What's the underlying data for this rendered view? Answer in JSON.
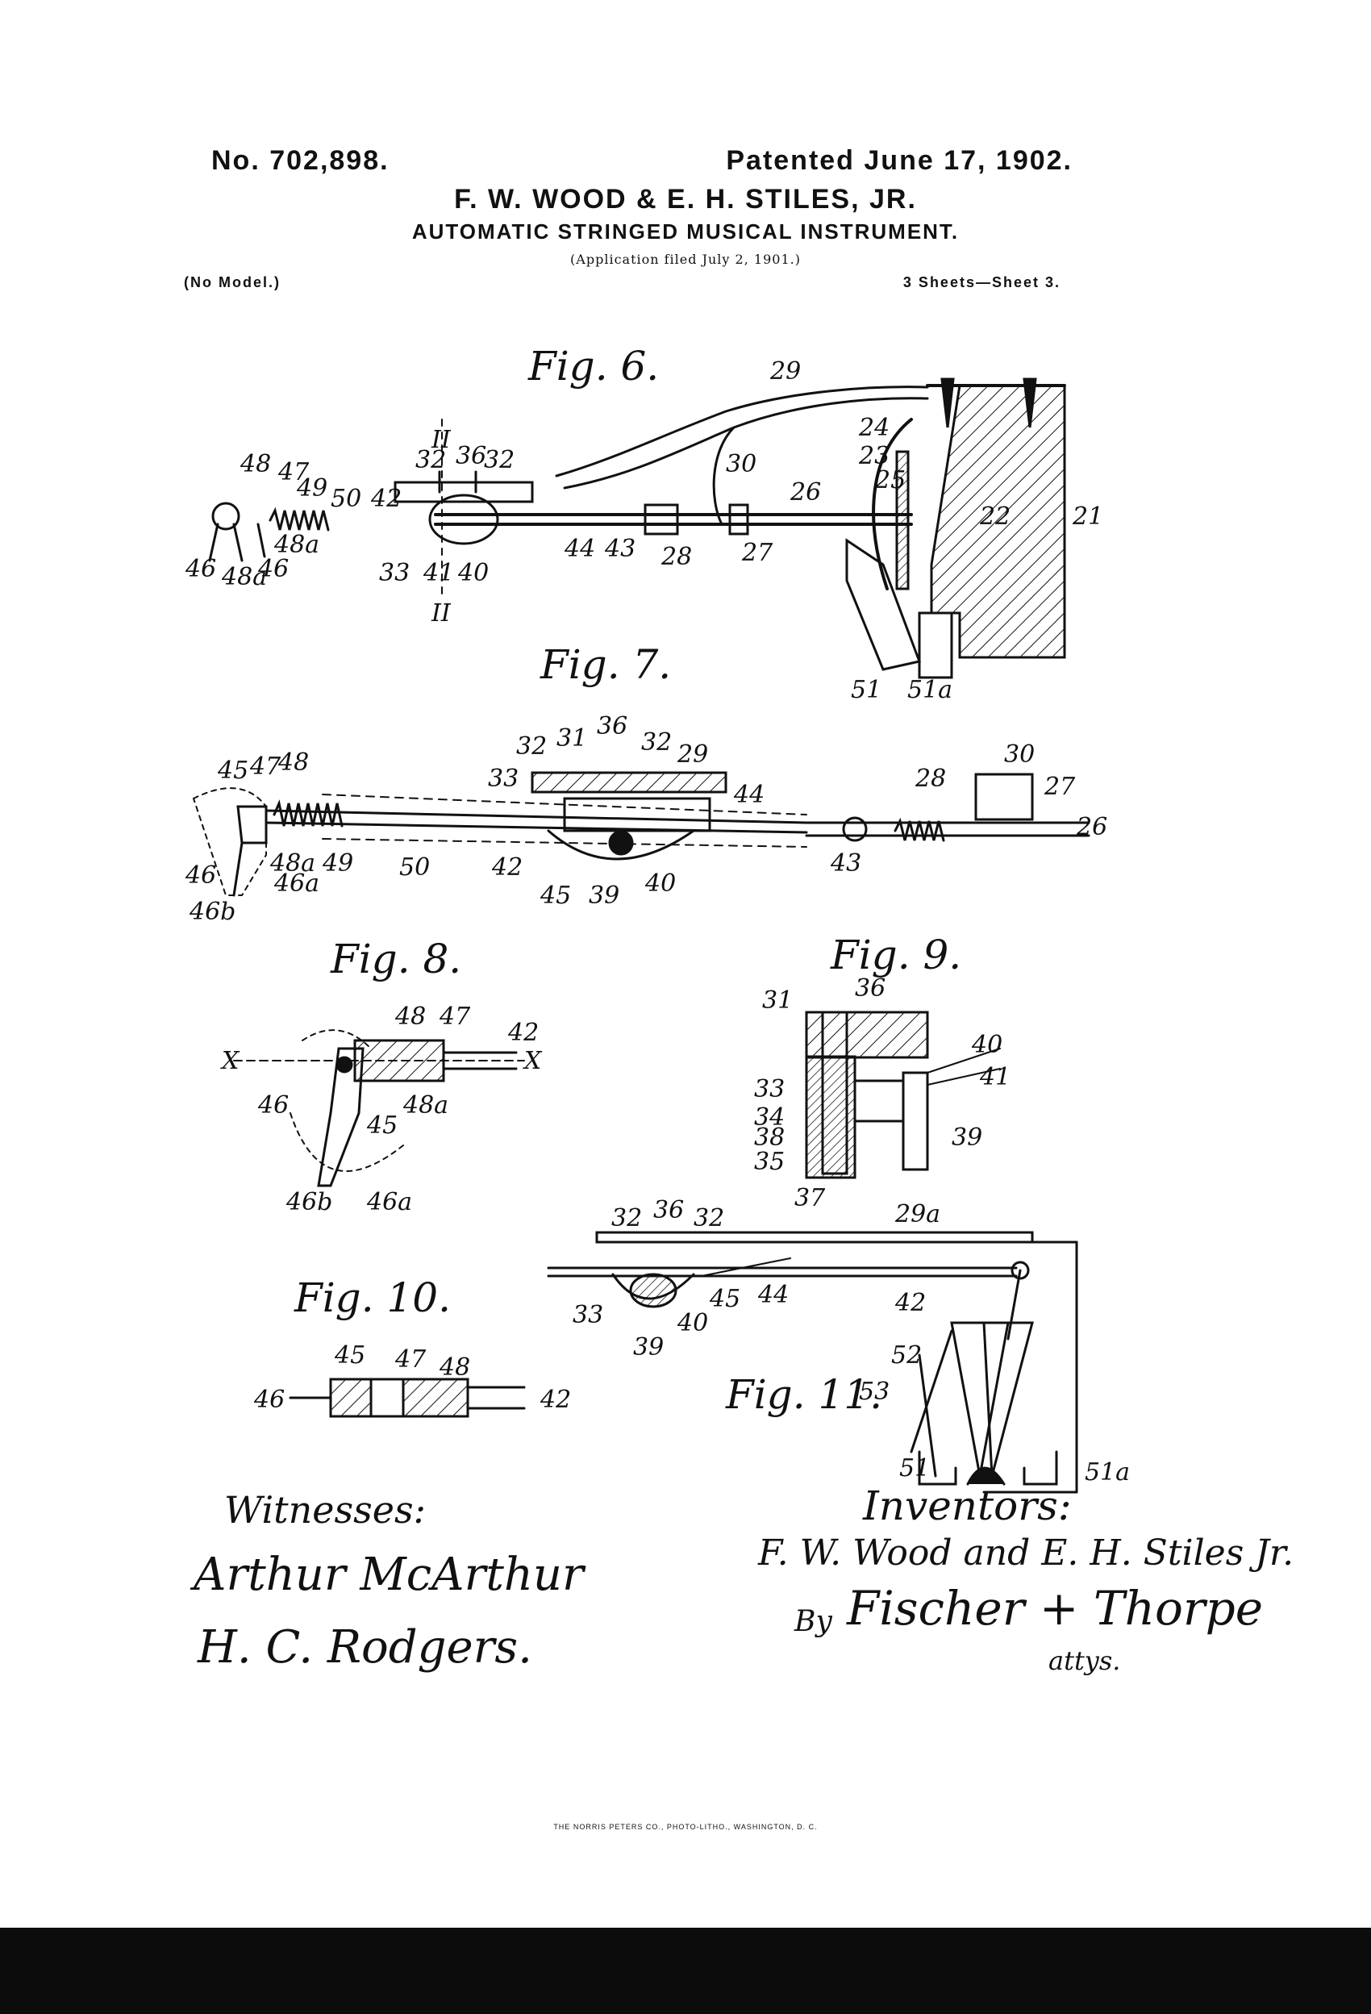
{
  "header": {
    "patent_number": "No. 702,898.",
    "patent_date": "Patented June 17, 1902.",
    "inventors": "F. W. WOOD & E. H. STILES, JR.",
    "title": "AUTOMATIC STRINGED MUSICAL INSTRUMENT.",
    "application": "(Application filed July 2, 1901.)",
    "model": "(No Model.)",
    "sheets": "3 Sheets—Sheet 3."
  },
  "figures": {
    "fig6": "Fig. 6.",
    "fig7": "Fig. 7.",
    "fig8": "Fig. 8.",
    "fig9": "Fig. 9.",
    "fig10": "Fig. 10.",
    "fig11": "Fig. 11."
  },
  "refs": {
    "r21": "21",
    "r22": "22",
    "r23": "23",
    "r24": "24",
    "r25": "25",
    "r26": "26",
    "r27": "27",
    "r28": "28",
    "r29": "29",
    "r29a": "29a",
    "r30": "30",
    "r31": "31",
    "r32": "32",
    "r33": "33",
    "r34": "34",
    "r35": "35",
    "r36": "36",
    "r37": "37",
    "r38": "38",
    "r39": "39",
    "r40": "40",
    "r41": "41",
    "r42": "42",
    "r43": "43",
    "r44": "44",
    "r45": "45",
    "r46": "46",
    "r46a": "46a",
    "r46b": "46b",
    "r47": "47",
    "r48": "48",
    "r48a": "48a",
    "r49": "49",
    "r50": "50",
    "r51": "51",
    "r51a": "51a",
    "r52": "52",
    "r53": "53",
    "rII": "II",
    "rX": "X"
  },
  "signatures": {
    "witnesses_label": "Witnesses:",
    "witness_1": "Arthur McArthur",
    "witness_2": "H. C. Rodgers.",
    "inventors_label": "Inventors:",
    "inventor_names": "F. W. Wood and E. H. Stiles Jr.",
    "attorney_by": "By",
    "attorney_names": "Fischer + Thorpe",
    "attorney_suffix": "attys."
  },
  "footer": {
    "imprint": "THE NORRIS PETERS CO., PHOTO-LITHO., WASHINGTON, D. C."
  },
  "colors": {
    "ink": "#111111",
    "paper": "#ffffff",
    "scan_bar": "#0c0c0c"
  }
}
